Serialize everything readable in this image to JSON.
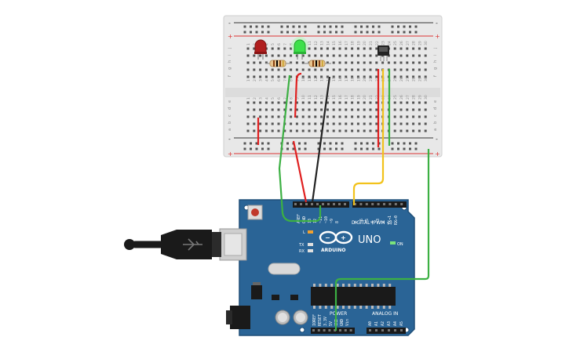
{
  "arduino": {
    "brand": "ARDUINO",
    "model": "UNO",
    "digital_label": "DIGITAL (PWM ~)",
    "analog_label": "ANALOG IN",
    "power_label": "POWER",
    "on_label": "ON",
    "tx_label": "TX",
    "rx_label": "RX",
    "l_label": "L",
    "aref_label": "AREF",
    "gnd_label": "GND",
    "pin13_label": "13",
    "pin12_label": "12",
    "pin11_label": "~11",
    "pin10_label": "~10",
    "pin9_label": "~9",
    "pin8_label": "8",
    "pin7_label": "7",
    "pin6_label": "~6",
    "pin5_label": "~5",
    "pin4_label": "4",
    "pin3_label": "~3",
    "pin2_label": "2",
    "tx1_label": "TX→1",
    "rx0_label": "RX←0",
    "ioref_label": "IOREF",
    "reset_label": "RESET",
    "v33_label": "3.3V",
    "v5_label": "5V",
    "pgnd1_label": "GND",
    "pgnd2_label": "GND",
    "vin_label": "Vin",
    "a0_label": "A0",
    "a1_label": "A1",
    "a2_label": "A2",
    "a3_label": "A3",
    "a4_label": "A4",
    "a5_label": "A5"
  },
  "breadboard": {
    "row_letters_top": [
      "j",
      "i",
      "h",
      "g",
      "f"
    ],
    "row_letters_bottom": [
      "e",
      "d",
      "c",
      "b",
      "a"
    ],
    "col_numbers": [
      "1",
      "2",
      "3",
      "4",
      "5",
      "6",
      "7",
      "8",
      "9",
      "10",
      "11",
      "12",
      "13",
      "14",
      "15",
      "16",
      "17",
      "18",
      "19",
      "20",
      "21",
      "22",
      "23",
      "24",
      "25",
      "26",
      "27",
      "28",
      "29",
      "30"
    ],
    "plus_label": "+",
    "minus_label": "-"
  },
  "colors": {
    "board_blue": "#2a6496",
    "breadboard": "#e9e9e9",
    "wire_red": "#e02020",
    "wire_black": "#222222",
    "wire_green": "#3cb043",
    "wire_yellow": "#f2c21b",
    "led_red": "#b01e1e",
    "led_green": "#3ee04a"
  }
}
